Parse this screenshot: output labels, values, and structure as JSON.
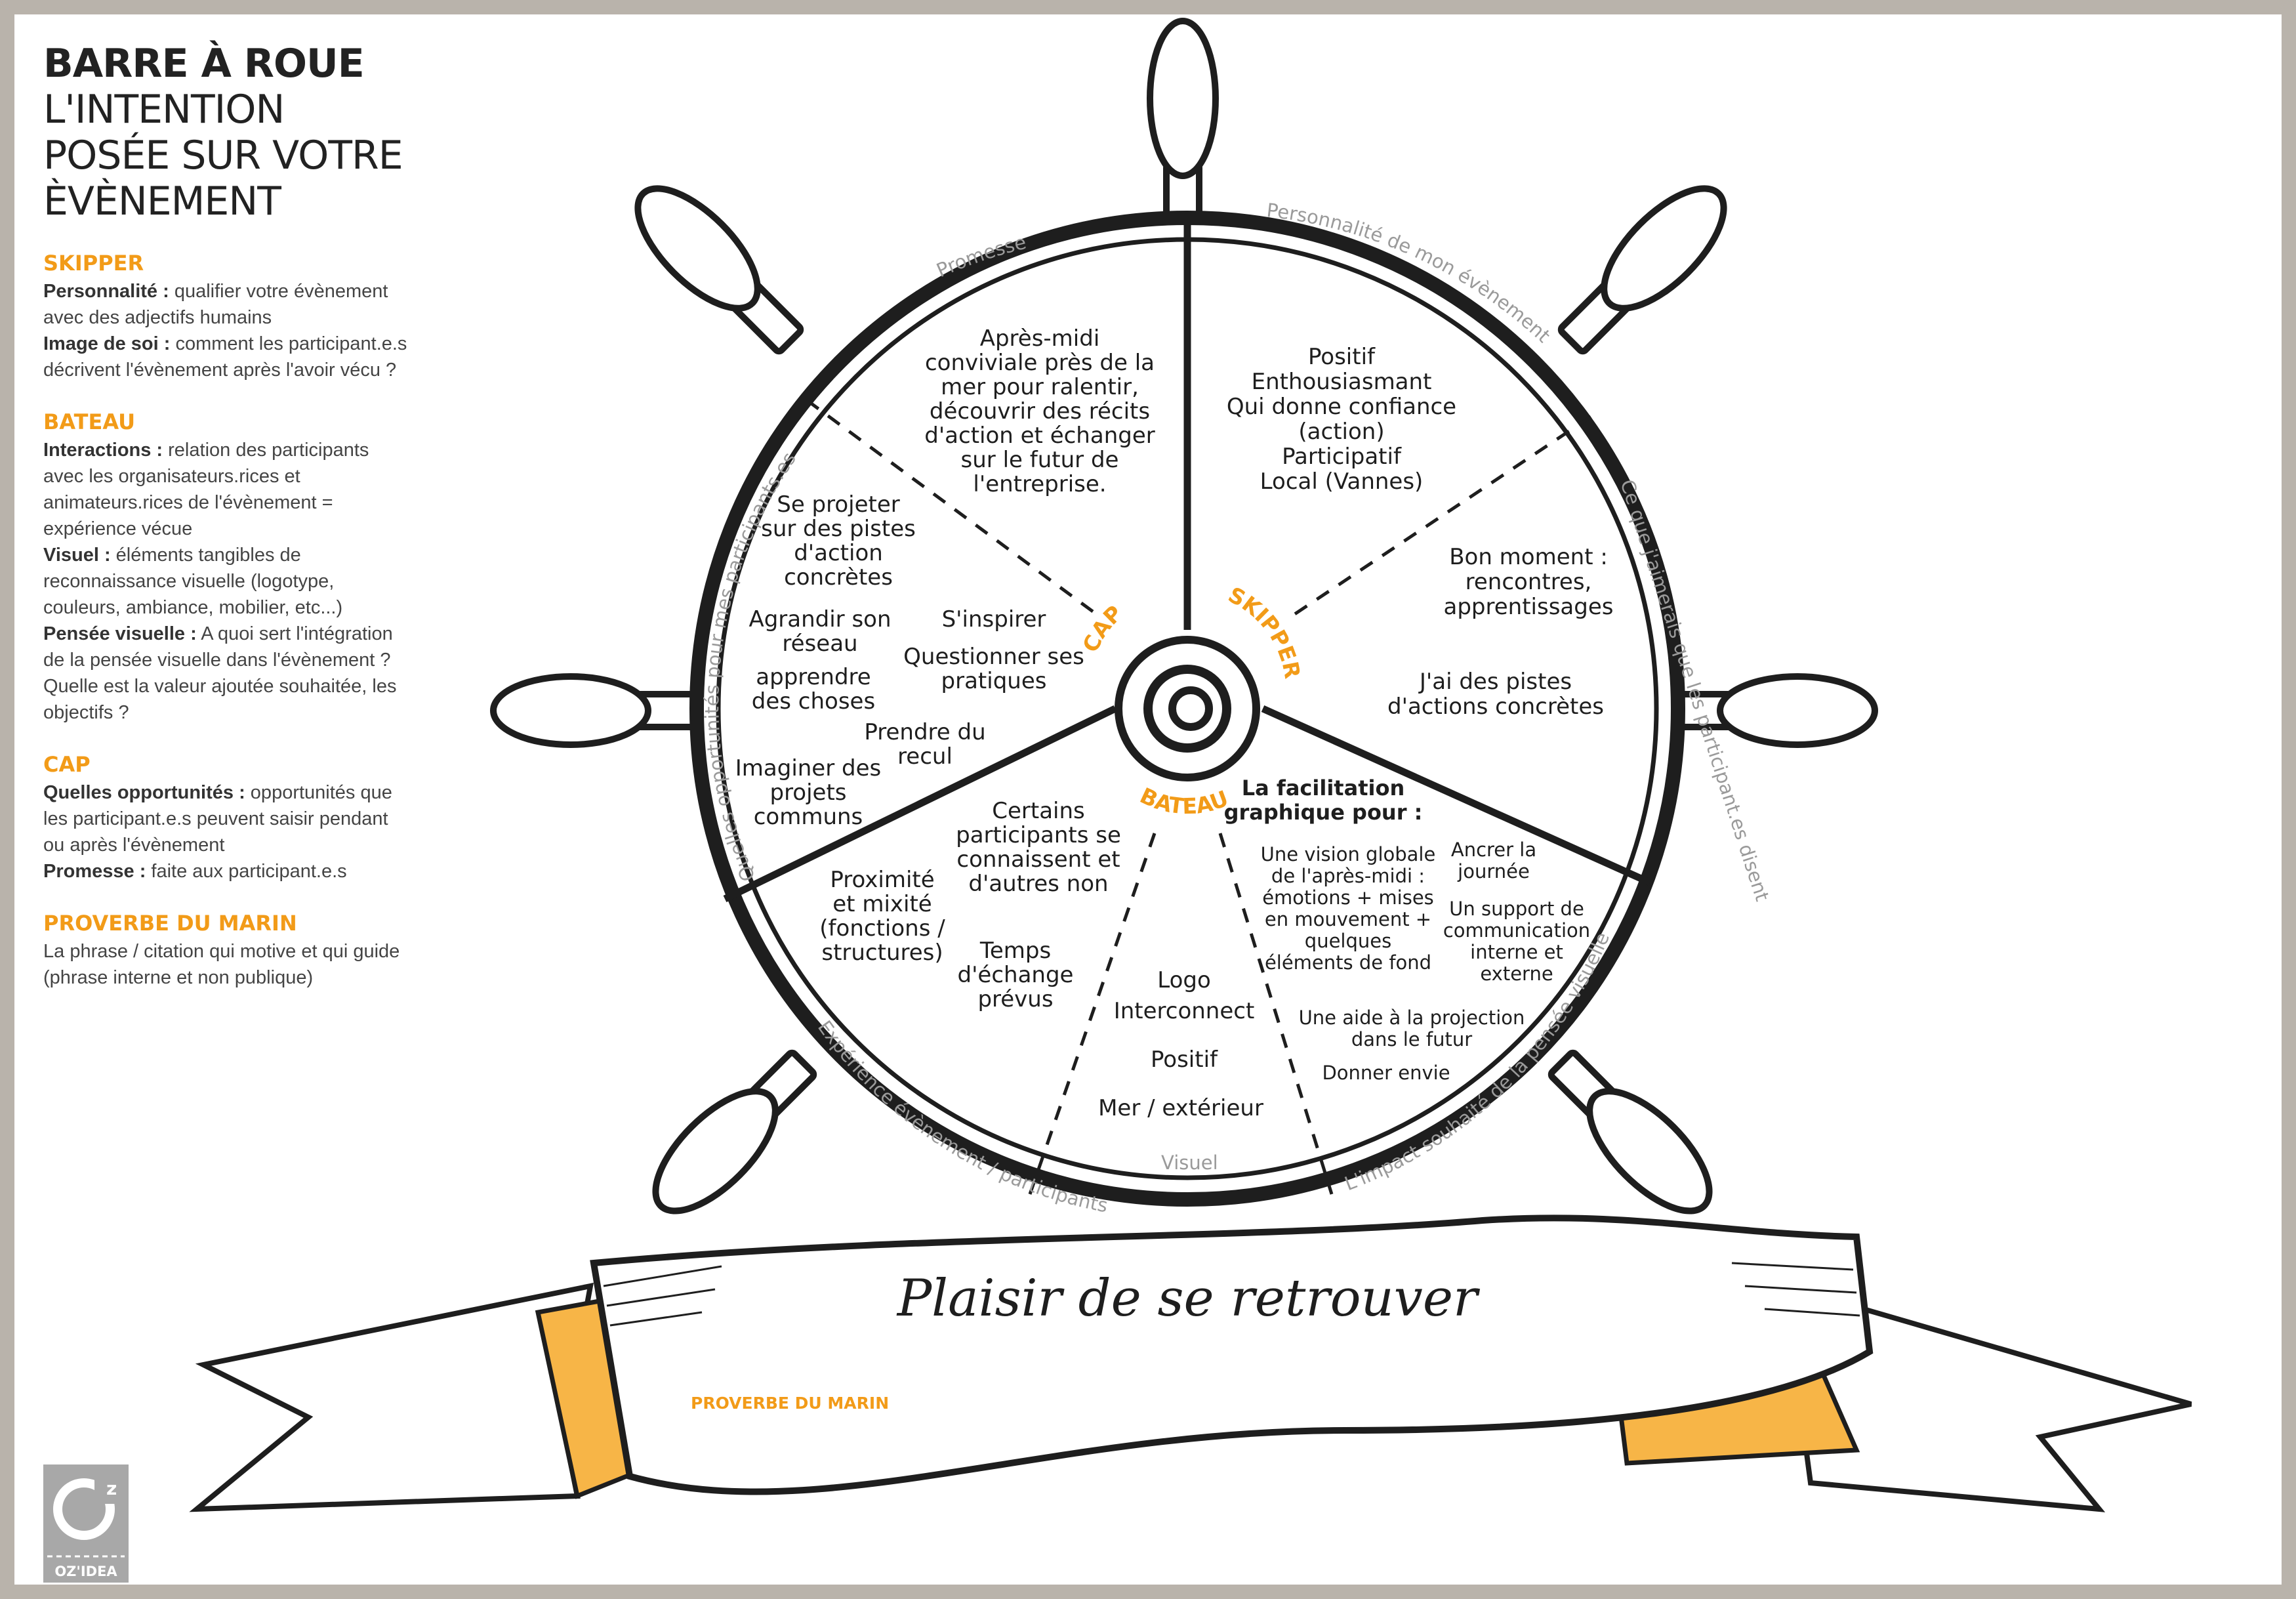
{
  "title": "BARRE À ROUE",
  "subtitle": [
    "L'INTENTION",
    "POSÉE SUR VOTRE",
    "ÈVÈNEMENT"
  ],
  "sidebar": {
    "skipper": {
      "heading": "SKIPPER",
      "items": [
        {
          "term": "Personnalité :",
          "text": " qualifier votre évènement avec des adjectifs humains"
        },
        {
          "term": "Image de soi :",
          "text": " comment les participant.e.s décrivent l'évènement après l'avoir vécu ?"
        }
      ]
    },
    "bateau": {
      "heading": "BATEAU",
      "items": [
        {
          "term": "Interactions :",
          "text": " relation des participants avec les organisateurs.rices et animateurs.rices de l'évènement = expérience vécue"
        },
        {
          "term": "Visuel :",
          "text": " éléments tangibles de reconnaissance visuelle (logotype, couleurs, ambiance, mobilier, etc...)"
        },
        {
          "term": "Pensée visuelle :",
          "text": " A quoi sert l'intégration de la pensée visuelle dans l'évènement ? Quelle est la valeur ajoutée souhaitée, les objectifs ?"
        }
      ]
    },
    "cap": {
      "heading": "CAP",
      "items": [
        {
          "term": "Quelles opportunités :",
          "text": "  opportunités que les participant.e.s peuvent saisir pendant ou après l'évènement"
        },
        {
          "term": "Promesse :",
          "text": " faite aux participant.e.s"
        }
      ]
    },
    "proverbe": {
      "heading": "PROVERBE DU MARIN",
      "text": "La phrase / citation qui motive et qui guide (phrase interne et non publique)"
    }
  },
  "wheel": {
    "hub_labels": {
      "cap": "CAP",
      "skipper": "SKIPPER",
      "bateau": "BATEAU"
    },
    "segment_labels": {
      "promesse": "Promesse",
      "personnalite": "Personnalité de mon évènement",
      "image": "Ce que j'aimerais que les participant.es disent",
      "impact": "L'impact souhaité de la pensée visuelle",
      "visuel": "Visuel",
      "experience": "Expérience évènement / participants",
      "opportunites": "Quelles opportunités pour mes participants.es"
    },
    "promesse": [
      "Après-midi",
      "conviviale près de la",
      "mer pour ralentir,",
      "découvrir des récits",
      "d'action et échanger",
      "sur le futur de",
      "l'entreprise."
    ],
    "personnalite": [
      "Positif",
      "Enthousiasmant",
      "Qui donne confiance",
      "(action)",
      "Participatif",
      "Local (Vannes)"
    ],
    "image_1": [
      "Bon moment :",
      "rencontres,",
      "apprentissages"
    ],
    "image_2": [
      "J'ai des pistes",
      "d'actions concrètes"
    ],
    "opportunites": {
      "a": [
        "Se projeter",
        "sur des pistes",
        "d'action",
        "concrètes"
      ],
      "b": [
        "Agrandir son",
        "réseau"
      ],
      "c": [
        "apprendre",
        "des choses"
      ],
      "d": [
        "Imaginer des",
        "projets",
        "communs"
      ],
      "e": [
        "S'inspirer"
      ],
      "f": [
        "Questionner ses",
        "pratiques"
      ],
      "g": [
        "Prendre du",
        "recul"
      ]
    },
    "experience": {
      "a": [
        "Certains",
        "participants se",
        "connaissent et",
        "d'autres non"
      ],
      "b": [
        "Proximité",
        "et mixité",
        "(fonctions /",
        "structures)"
      ],
      "c": [
        "Temps",
        "d'échange",
        "prévus"
      ]
    },
    "visuel": [
      "Logo",
      "Interconnect",
      "Positif",
      "Mer / extérieur"
    ],
    "impact": {
      "heading": [
        "La facilitation",
        "graphique pour :"
      ],
      "a": [
        "Une vision globale",
        "de l'après-midi :",
        "émotions + mises",
        "en mouvement +",
        "quelques",
        "éléments de fond"
      ],
      "b": [
        "Ancrer la",
        "journée"
      ],
      "c": [
        "Un support de",
        "communication",
        "interne et",
        "externe"
      ],
      "d": [
        "Une aide à la projection",
        "dans le futur"
      ],
      "e": [
        "Donner envie"
      ]
    }
  },
  "banner": {
    "text": "Plaisir de se retrouver",
    "label": "PROVERBE DU MARIN"
  },
  "logo": {
    "name": "OZ'IDEA"
  },
  "colors": {
    "accent": "#f29b18",
    "ink": "#1e1e1e",
    "gray": "#9a9a9a",
    "frame": "#b9b3ab"
  }
}
